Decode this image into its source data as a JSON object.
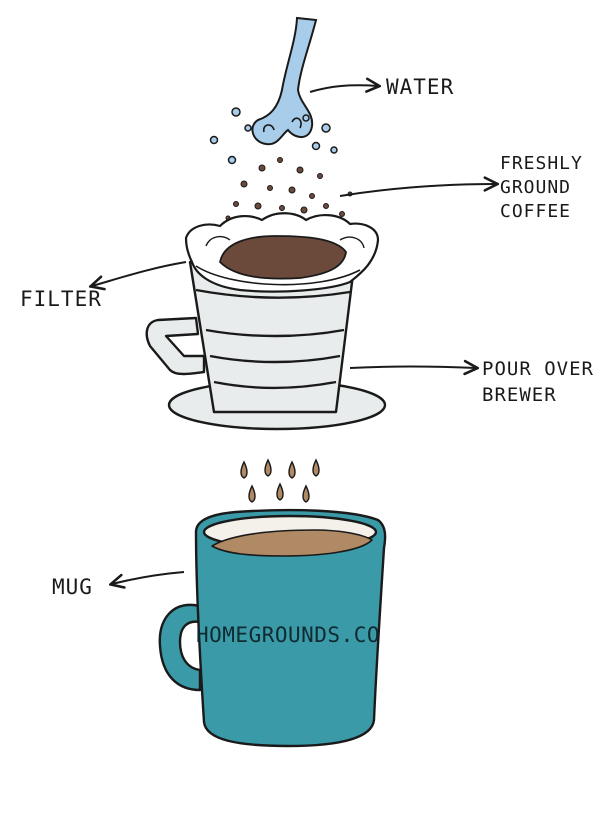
{
  "labels": {
    "water": "WATER",
    "coffee": [
      "FRESHLY",
      "GROUND",
      "COFFEE"
    ],
    "filter": "FILTER",
    "brewer": [
      "POUR OVER",
      "BREWER"
    ],
    "mug": "MUG"
  },
  "mug_brand": "HOMEGROUNDS.CO",
  "colors": {
    "water": "#a8cdea",
    "coffee": "#6b4a3b",
    "brewed_coffee": "#b08a64",
    "mug": "#3a9aa8",
    "brewer": "#e9ecec",
    "outline": "#1a1a1a"
  }
}
